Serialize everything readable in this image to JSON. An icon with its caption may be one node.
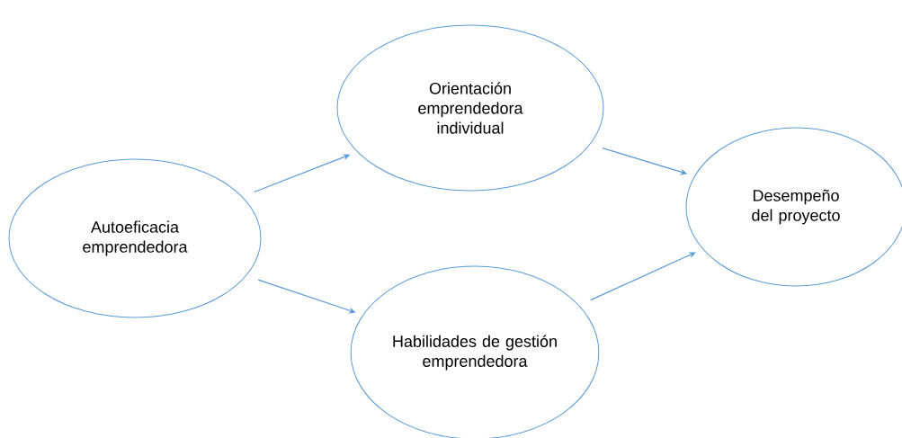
{
  "diagram": {
    "nodes": [
      {
        "text": [
          "Autoeficacia emprendedora"
        ]
      },
      {
        "text": [
          "Orientación emprendedora individual"
        ]
      },
      {
        "text": [
          "Desempeño del proyecto"
        ]
      },
      {
        "text": [
          "Habilidades de gestión emprendedora"
        ]
      }
    ],
    "edges": [
      {
        "from": 0,
        "to": 1,
        "arrow": "to"
      },
      {
        "from": 0,
        "to": 3,
        "arrow": "to"
      },
      {
        "from": 1,
        "to": 2,
        "arrow": "to"
      },
      {
        "from": 3,
        "to": 2,
        "arrow": "to"
      }
    ]
  }
}
